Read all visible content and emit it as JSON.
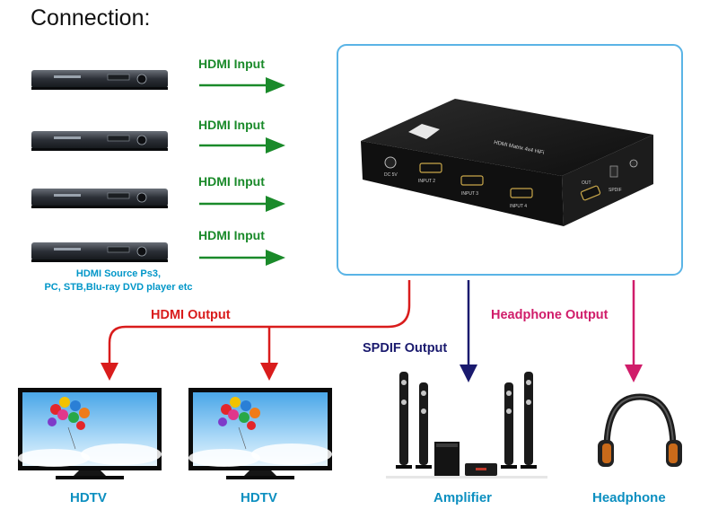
{
  "title": "Connection:",
  "inputs": [
    {
      "label": "HDMI Input"
    },
    {
      "label": "HDMI Input"
    },
    {
      "label": "HDMI Input"
    },
    {
      "label": "HDMI Input"
    }
  ],
  "source_caption": {
    "line1": "HDMI  Source Ps3,",
    "line2": "PC, STB,Blu-ray DVD player etc"
  },
  "switch_box": {
    "top_label": "HDMI Matrix 4x4 HiFi",
    "port_labels": [
      "DC 5V",
      "INPUT 2",
      "INPUT 3",
      "INPUT 4",
      "OUT",
      "SPDIF"
    ]
  },
  "outputs": {
    "hdmi": "HDMI  Output",
    "spdif": "SPDIF Output",
    "headphone": "Headphone  Output"
  },
  "devices": [
    "HDTV",
    "HDTV",
    "Amplifier",
    "Headphone"
  ],
  "colors": {
    "input_green": "#1a8a2a",
    "caption_cyan": "#0096c8",
    "hdmi_red": "#d91c1c",
    "spdif_navy": "#1a1a6e",
    "headphone_magenta": "#d01d6a",
    "device_label_cyan": "#0c8fc0",
    "frame_blue": "#5ab4e6"
  }
}
